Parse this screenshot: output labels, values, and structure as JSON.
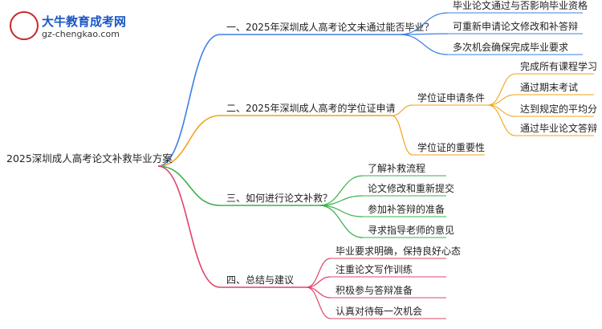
{
  "logo": {
    "title": "大牛教育成考网",
    "url": "gz-chengkao.com"
  },
  "root": "2025深圳成人高考论文补救毕业方案",
  "branches": [
    {
      "label": "一、2025年深圳成人高考论文未通过能否毕业？",
      "color": "#3d7ee6",
      "children": [
        {
          "label": "毕业论文通过与否影响毕业资格"
        },
        {
          "label": "可重新申请论文修改和补答辩"
        },
        {
          "label": "多次机会确保完成毕业要求"
        }
      ]
    },
    {
      "label": "二、2025年深圳成人高考的学位证申请",
      "color": "#f0a31b",
      "children": [
        {
          "label": "学位证申请条件",
          "children": [
            {
              "label": "完成所有课程学习"
            },
            {
              "label": "通过期末考试"
            },
            {
              "label": "达到规定的平均分"
            },
            {
              "label": "通过毕业论文答辩"
            }
          ]
        },
        {
          "label": "学位证的重要性"
        }
      ]
    },
    {
      "label": "三、如何进行论文补救？",
      "color": "#3bb04c",
      "children": [
        {
          "label": "了解补救流程"
        },
        {
          "label": "论文修改和重新提交"
        },
        {
          "label": "参加补答辩的准备"
        },
        {
          "label": "寻求指导老师的意见"
        }
      ]
    },
    {
      "label": "四、总结与建议",
      "color": "#e0446a",
      "children": [
        {
          "label": "毕业要求明确，保持良好心态"
        },
        {
          "label": "注重论文写作训练"
        },
        {
          "label": "积极参与答辩准备"
        },
        {
          "label": "认真对待每一次机会"
        }
      ]
    }
  ]
}
